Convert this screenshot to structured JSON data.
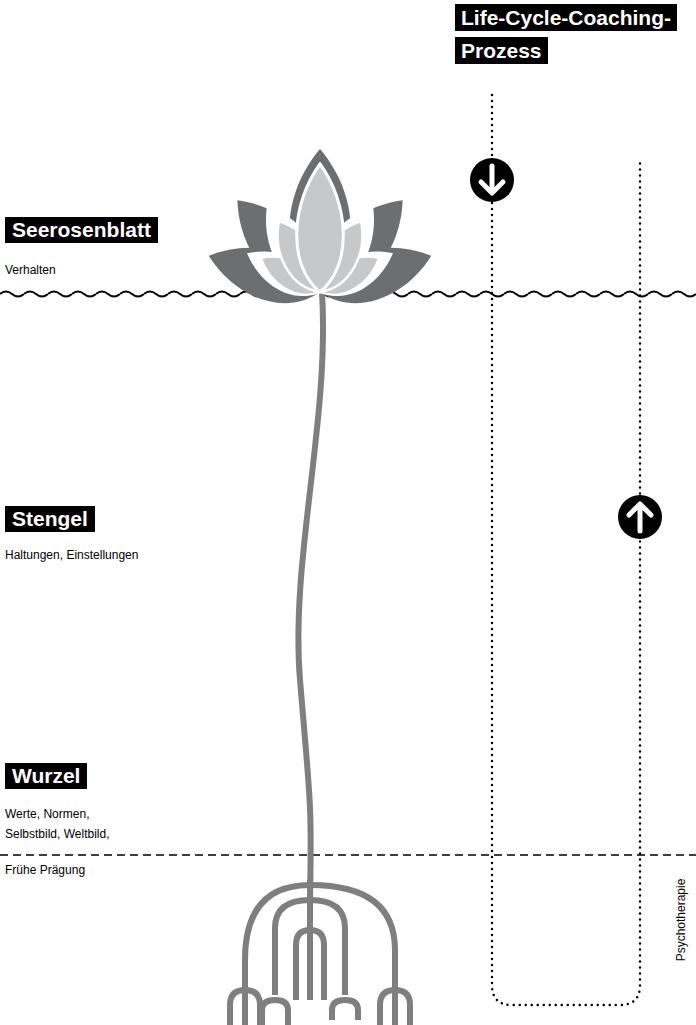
{
  "diagram": {
    "title": "Life-Cycle-Coaching- Prozess",
    "nodes": [
      {
        "text": [
          "Seerosenblatt",
          "Verhalten"
        ]
      },
      {
        "text": [
          "Stengel",
          "Haltungen, Einstellungen"
        ]
      },
      {
        "text": [
          "Wurzel",
          "Werte, Normen, Selbstbild, Weltbild,"
        ]
      }
    ],
    "labels": [
      "Frühe Prägung",
      "Psychotherapie"
    ]
  }
}
